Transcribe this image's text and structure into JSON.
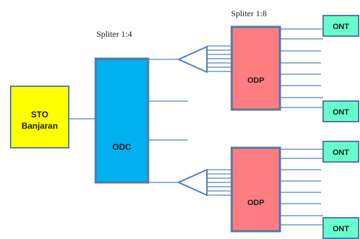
{
  "labels": {
    "splitter_1_4": "Spliter 1:4",
    "splitter_1_8": "Spliter 1:8"
  },
  "nodes": {
    "sto_line1": "STO",
    "sto_line2": "Banjaran",
    "odc": "ODC",
    "odp_top": "ODP",
    "odp_bottom": "ODP",
    "ont_1": "ONT",
    "ont_2": "ONT",
    "ont_3": "ONT",
    "ont_4": "ONT"
  },
  "colors": {
    "sto_fill": "#ffff00",
    "sto_border": "#5b7fa3",
    "odc_fill": "#00b0f0",
    "odc_border": "#4f7aa6",
    "odp_fill": "#ff7c80",
    "odp_border": "#4f7aa6",
    "ont_fill": "#66ffcc",
    "ont_border": "#4f7aa6",
    "line": "#4f81bd"
  }
}
